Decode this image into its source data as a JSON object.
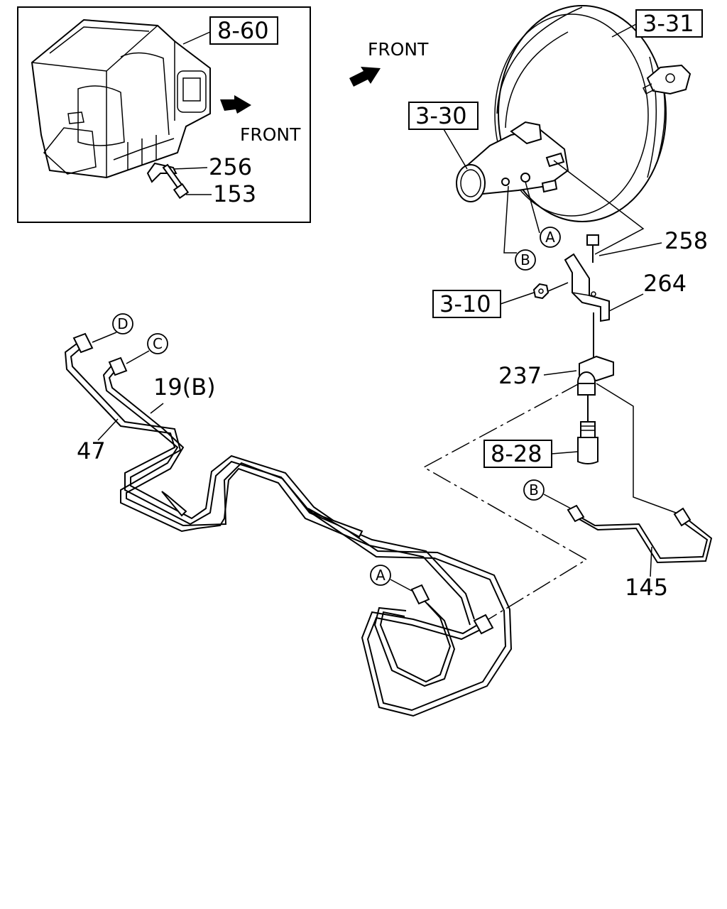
{
  "ref_boxes": {
    "heater": "8-60",
    "booster": "3-31",
    "master_cyl": "3-30",
    "nut": "3-10",
    "switch": "8-28"
  },
  "part_numbers": {
    "p256": "256",
    "p153": "153",
    "p258": "258",
    "p264": "264",
    "p237": "237",
    "p47": "47",
    "p19": "19(B)",
    "p145": "145"
  },
  "callouts": {
    "A": "A",
    "B": "B",
    "C": "C",
    "D": "D"
  },
  "directions": {
    "front": "FRONT"
  }
}
